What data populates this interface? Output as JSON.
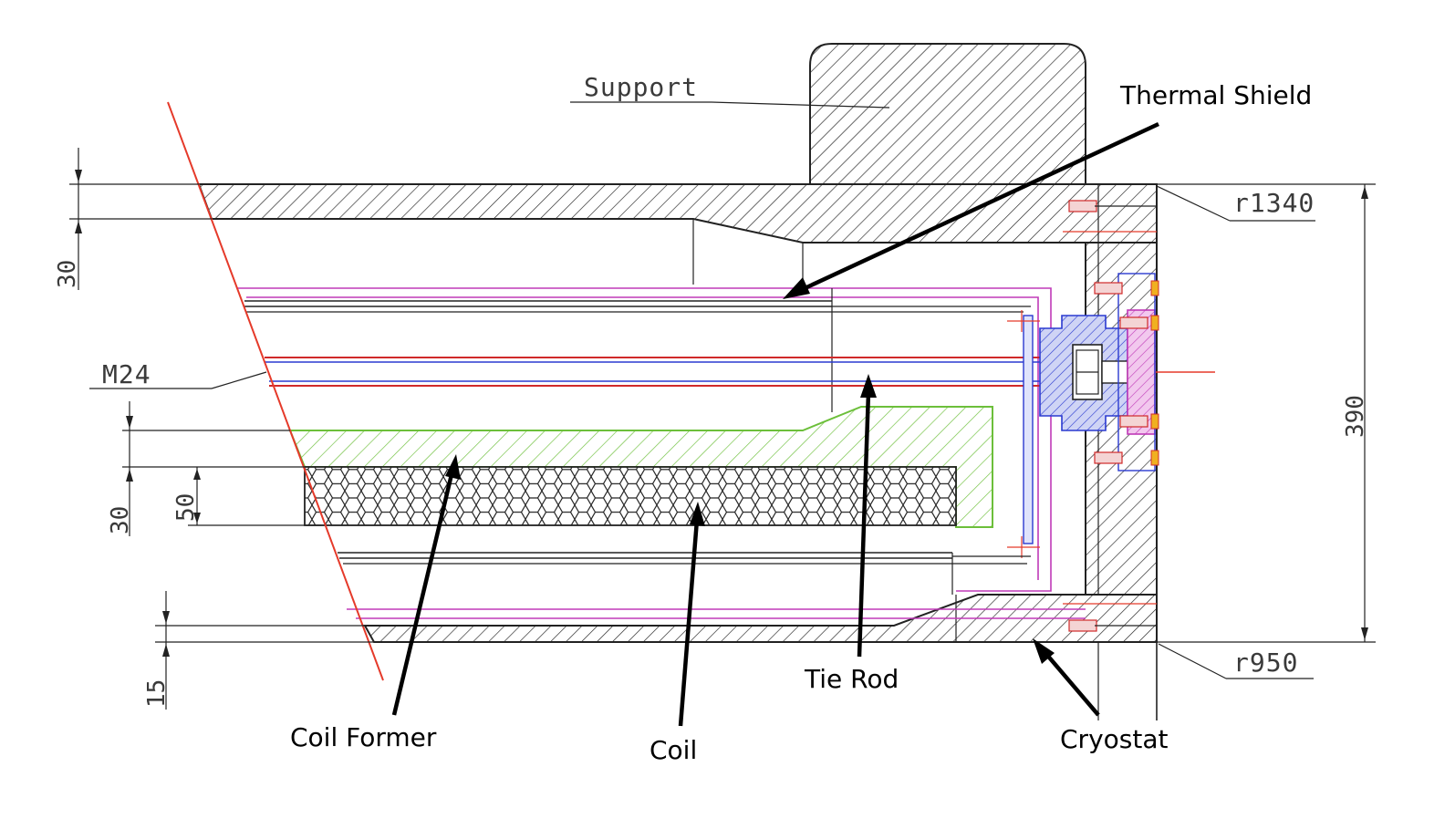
{
  "labels": {
    "support": "Support",
    "thermal_shield": "Thermal Shield",
    "tie_rod": "Tie Rod",
    "coil_former": "Coil Former",
    "coil": "Coil",
    "cryostat": "Cryostat",
    "thread": "M24",
    "r_outer": "r1340",
    "r_inner": "r950"
  },
  "dimensions": {
    "outer_wall": "30",
    "former_thickness": "30",
    "coil_height": "50",
    "inner_wall": "15",
    "radial_span": "390"
  },
  "colors": {
    "section_line": "#e53a2a",
    "thermal_shield": "#c03ab8",
    "coil_former": "#6cbf3a",
    "flange": "#2a3ad0",
    "hatch": "#222222"
  }
}
